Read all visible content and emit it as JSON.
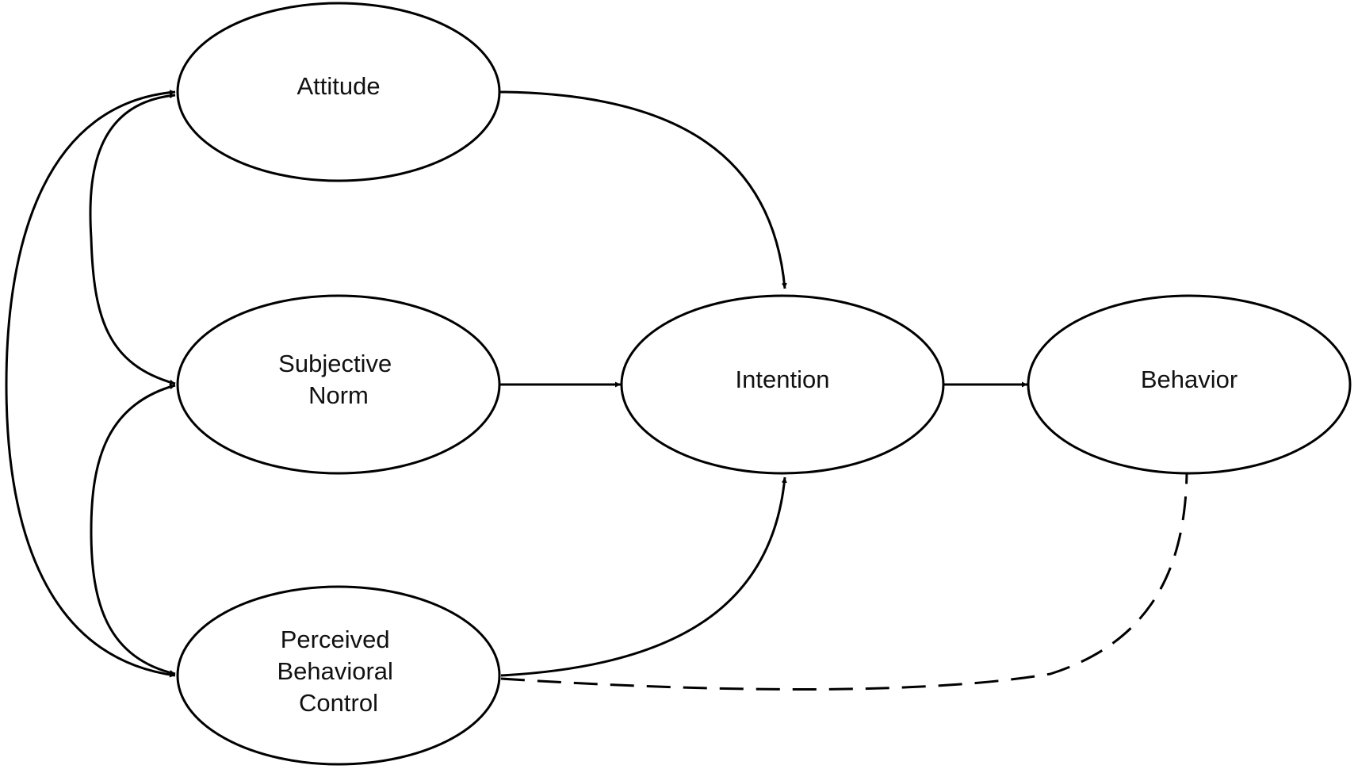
{
  "diagram": {
    "nodes": {
      "attitude": {
        "label": "Attitude"
      },
      "subjective_norm": {
        "line1": "Subjective",
        "line2": "Norm"
      },
      "pbc": {
        "line1": "Perceived",
        "line2": "Behavioral",
        "line3": "Control"
      },
      "intention": {
        "label": "Intention"
      },
      "behavior": {
        "label": "Behavior"
      }
    },
    "edges": [
      {
        "from": "Attitude",
        "to": "Intention",
        "style": "solid",
        "directed": true
      },
      {
        "from": "Subjective Norm",
        "to": "Intention",
        "style": "solid",
        "directed": true
      },
      {
        "from": "Perceived Behavioral Control",
        "to": "Intention",
        "style": "solid",
        "directed": true
      },
      {
        "from": "Intention",
        "to": "Behavior",
        "style": "solid",
        "directed": true
      },
      {
        "from": "Perceived Behavioral Control",
        "to": "Behavior",
        "style": "dashed",
        "directed": false
      },
      {
        "from": "Attitude",
        "to": "Subjective Norm",
        "style": "solid",
        "directed": "both"
      },
      {
        "from": "Subjective Norm",
        "to": "Perceived Behavioral Control",
        "style": "solid",
        "directed": "both"
      },
      {
        "from": "Attitude",
        "to": "Perceived Behavioral Control",
        "style": "solid",
        "directed": "both"
      }
    ],
    "colors": {
      "line": "#000000",
      "node_fill": "#ffffff",
      "text": "#111111"
    }
  }
}
